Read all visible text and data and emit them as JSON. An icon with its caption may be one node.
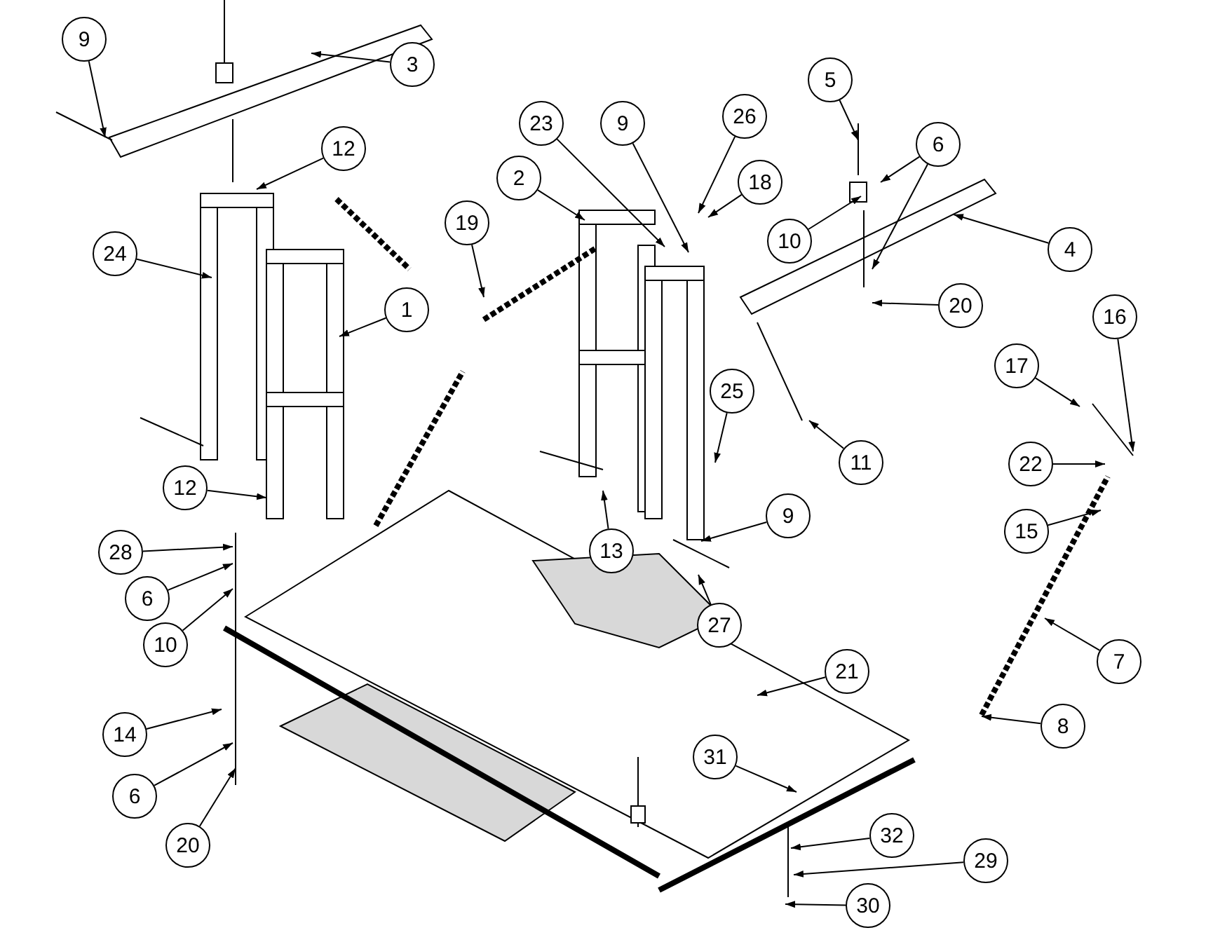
{
  "diagram": {
    "nodes": [
      {
        "text": [
          "9"
        ]
      },
      {
        "text": [
          "3"
        ]
      },
      {
        "text": [
          "26"
        ]
      },
      {
        "text": [
          "5"
        ]
      },
      {
        "text": [
          "23"
        ]
      },
      {
        "text": [
          "9"
        ]
      },
      {
        "text": [
          "6"
        ]
      },
      {
        "text": [
          "12"
        ]
      },
      {
        "text": [
          "2"
        ]
      },
      {
        "text": [
          "18"
        ]
      },
      {
        "text": [
          "19"
        ]
      },
      {
        "text": [
          "10"
        ]
      },
      {
        "text": [
          "4"
        ]
      },
      {
        "text": [
          "24"
        ]
      },
      {
        "text": [
          "20"
        ]
      },
      {
        "text": [
          "1"
        ]
      },
      {
        "text": [
          "16"
        ]
      },
      {
        "text": [
          "17"
        ]
      },
      {
        "text": [
          "25"
        ]
      },
      {
        "text": [
          "11"
        ]
      },
      {
        "text": [
          "22"
        ]
      },
      {
        "text": [
          "12"
        ]
      },
      {
        "text": [
          "9"
        ]
      },
      {
        "text": [
          "15"
        ]
      },
      {
        "text": [
          "28"
        ]
      },
      {
        "text": [
          "13"
        ]
      },
      {
        "text": [
          "6"
        ]
      },
      {
        "text": [
          "27"
        ]
      },
      {
        "text": [
          "10"
        ]
      },
      {
        "text": [
          "7"
        ]
      },
      {
        "text": [
          "21"
        ]
      },
      {
        "text": [
          "8"
        ]
      },
      {
        "text": [
          "14"
        ]
      },
      {
        "text": [
          "31"
        ]
      },
      {
        "text": [
          "6"
        ]
      },
      {
        "text": [
          "32"
        ]
      },
      {
        "text": [
          "20"
        ]
      },
      {
        "text": [
          "29"
        ]
      },
      {
        "text": [
          "30"
        ]
      }
    ],
    "edges": [
      {
        "from": 0,
        "to": null,
        "arrow": "to"
      },
      {
        "from": 1,
        "to": null,
        "arrow": "to"
      },
      {
        "from": 2,
        "to": null,
        "arrow": "to"
      },
      {
        "from": 3,
        "to": null,
        "arrow": "to"
      },
      {
        "from": 4,
        "to": null,
        "arrow": "to"
      },
      {
        "from": 5,
        "to": null,
        "arrow": "to"
      },
      {
        "from": 6,
        "to": null,
        "arrow": "to"
      },
      {
        "from": 6,
        "to": null,
        "arrow": "to"
      },
      {
        "from": 7,
        "to": null,
        "arrow": "to"
      },
      {
        "from": 8,
        "to": null,
        "arrow": "to"
      },
      {
        "from": 9,
        "to": null,
        "arrow": "to"
      },
      {
        "from": 10,
        "to": null,
        "arrow": "to"
      },
      {
        "from": 11,
        "to": null,
        "arrow": "to"
      },
      {
        "from": 12,
        "to": null,
        "arrow": "to"
      },
      {
        "from": 13,
        "to": null,
        "arrow": "to"
      },
      {
        "from": 14,
        "to": null,
        "arrow": "to"
      },
      {
        "from": 15,
        "to": null,
        "arrow": "to"
      },
      {
        "from": 16,
        "to": null,
        "arrow": "to"
      },
      {
        "from": 17,
        "to": null,
        "arrow": "to"
      },
      {
        "from": 18,
        "to": null,
        "arrow": "to"
      },
      {
        "from": 19,
        "to": null,
        "arrow": "to"
      },
      {
        "from": 20,
        "to": null,
        "arrow": "to"
      },
      {
        "from": 21,
        "to": null,
        "arrow": "to"
      },
      {
        "from": 22,
        "to": null,
        "arrow": "to"
      },
      {
        "from": 23,
        "to": null,
        "arrow": "to"
      },
      {
        "from": 24,
        "to": null,
        "arrow": "to"
      },
      {
        "from": 25,
        "to": null,
        "arrow": "to"
      },
      {
        "from": 26,
        "to": null,
        "arrow": "to"
      },
      {
        "from": 27,
        "to": null,
        "arrow": "to"
      },
      {
        "from": 28,
        "to": null,
        "arrow": "to"
      },
      {
        "from": 29,
        "to": null,
        "arrow": "to"
      },
      {
        "from": 30,
        "to": null,
        "arrow": "to"
      },
      {
        "from": 31,
        "to": null,
        "arrow": "to"
      },
      {
        "from": 32,
        "to": null,
        "arrow": "to"
      },
      {
        "from": 33,
        "to": null,
        "arrow": "to"
      },
      {
        "from": 34,
        "to": null,
        "arrow": "to"
      },
      {
        "from": 35,
        "to": null,
        "arrow": "to"
      },
      {
        "from": 36,
        "to": null,
        "arrow": "to"
      },
      {
        "from": 37,
        "to": null,
        "arrow": "to"
      },
      {
        "from": 38,
        "to": null,
        "arrow": "to"
      }
    ]
  }
}
